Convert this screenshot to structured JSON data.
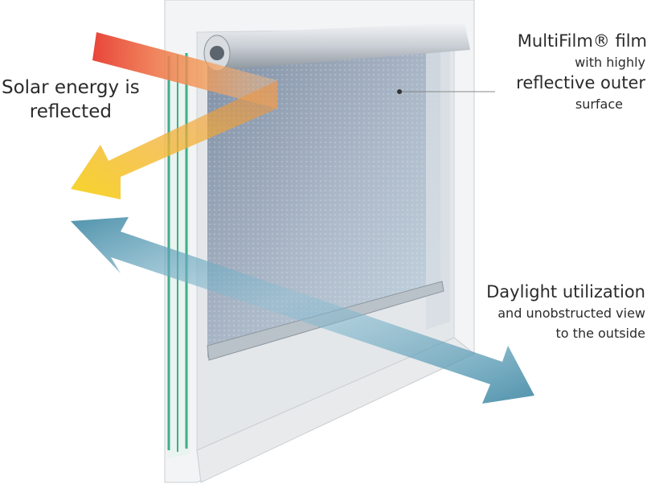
{
  "labels": {
    "solar": {
      "line1": "Solar energy is",
      "line2": "reflected"
    },
    "film": {
      "line1": "MultiFilm® film",
      "line2": "with highly",
      "line3": "reflective outer",
      "line4": "surface"
    },
    "daylight": {
      "line1": "Daylight utilization",
      "line2": "and unobstructed view",
      "line3": "to the outside"
    }
  },
  "colors": {
    "solar_start": "#e8453a",
    "solar_end": "#f7d52a",
    "daylight": "#3d87a3",
    "glass": "#3fae8a",
    "film": "#8fa0b4"
  }
}
